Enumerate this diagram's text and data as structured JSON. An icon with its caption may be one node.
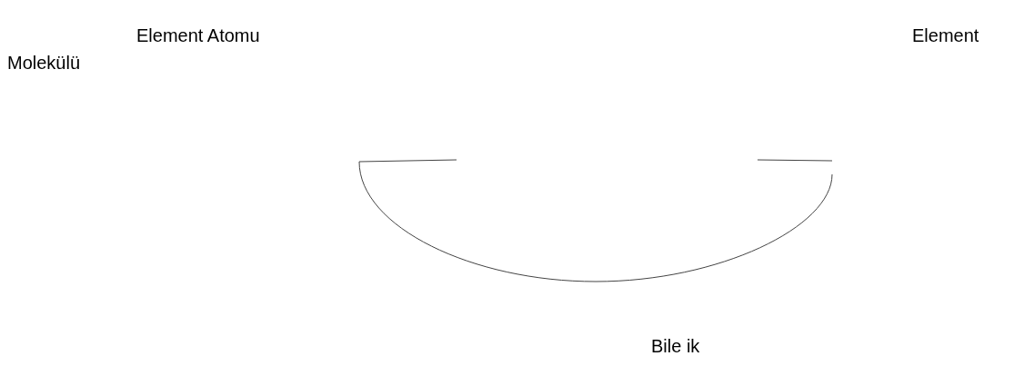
{
  "diagram": {
    "labels": [
      "Element Atomu",
      "Element Molekülü",
      "Bile ik"
    ]
  }
}
